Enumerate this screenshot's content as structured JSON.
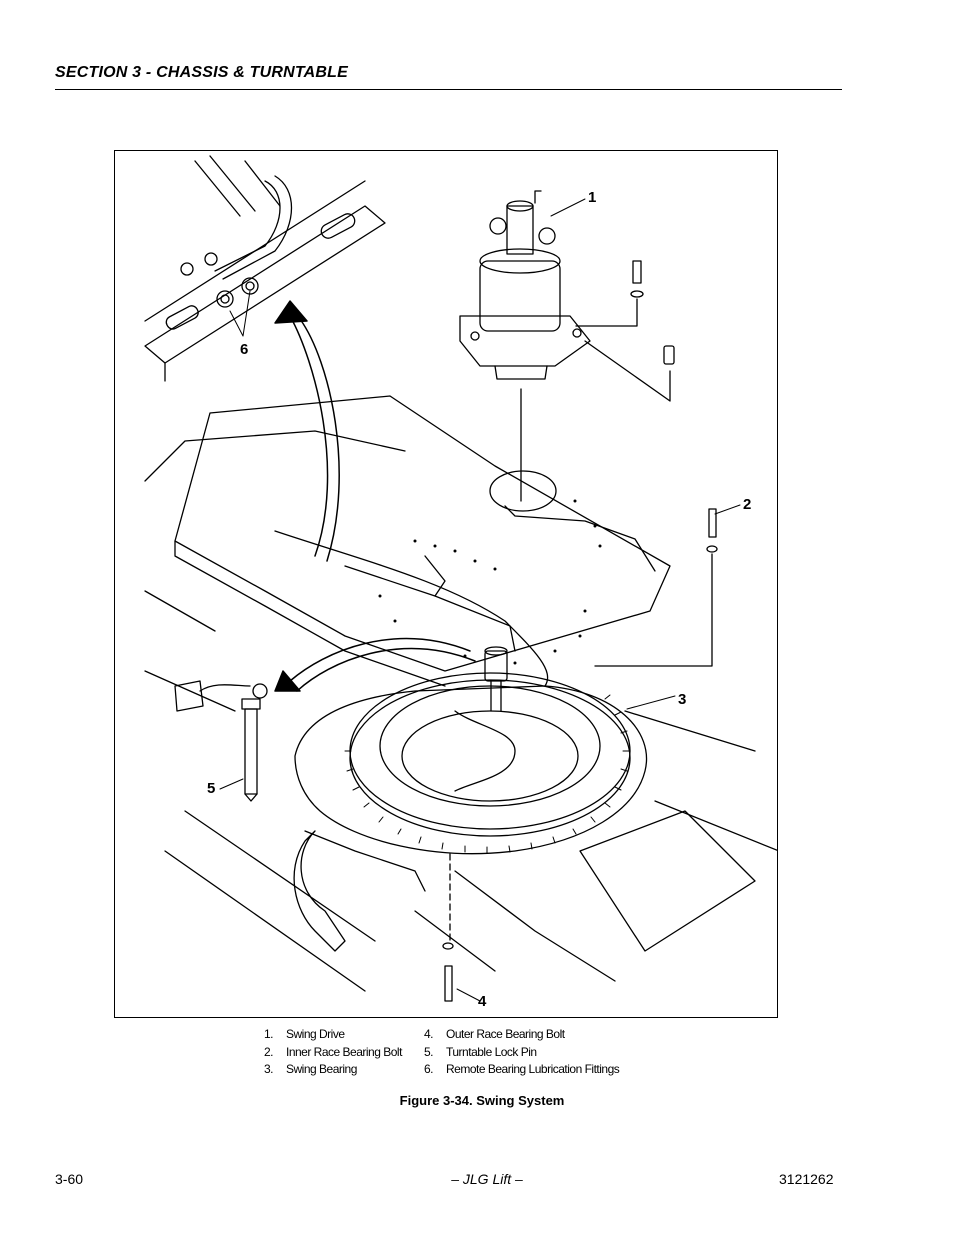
{
  "header": {
    "section_title": "SECTION 3 - CHASSIS & TURNTABLE"
  },
  "figure": {
    "callouts": [
      "1",
      "2",
      "3",
      "4",
      "5",
      "6"
    ],
    "caption": "Figure 3-34.  Swing System"
  },
  "legend": {
    "left": [
      {
        "num": "1.",
        "label": "Swing Drive"
      },
      {
        "num": "2.",
        "label": "Inner Race Bearing Bolt"
      },
      {
        "num": "3.",
        "label": "Swing Bearing"
      }
    ],
    "right": [
      {
        "num": "4.",
        "label": "Outer Race Bearing Bolt"
      },
      {
        "num": "5.",
        "label": "Turntable Lock Pin"
      },
      {
        "num": "6.",
        "label": "Remote Bearing Lubrication Fittings"
      }
    ]
  },
  "footer": {
    "page_number": "3-60",
    "center": "– JLG Lift –",
    "doc_number": "3121262"
  }
}
